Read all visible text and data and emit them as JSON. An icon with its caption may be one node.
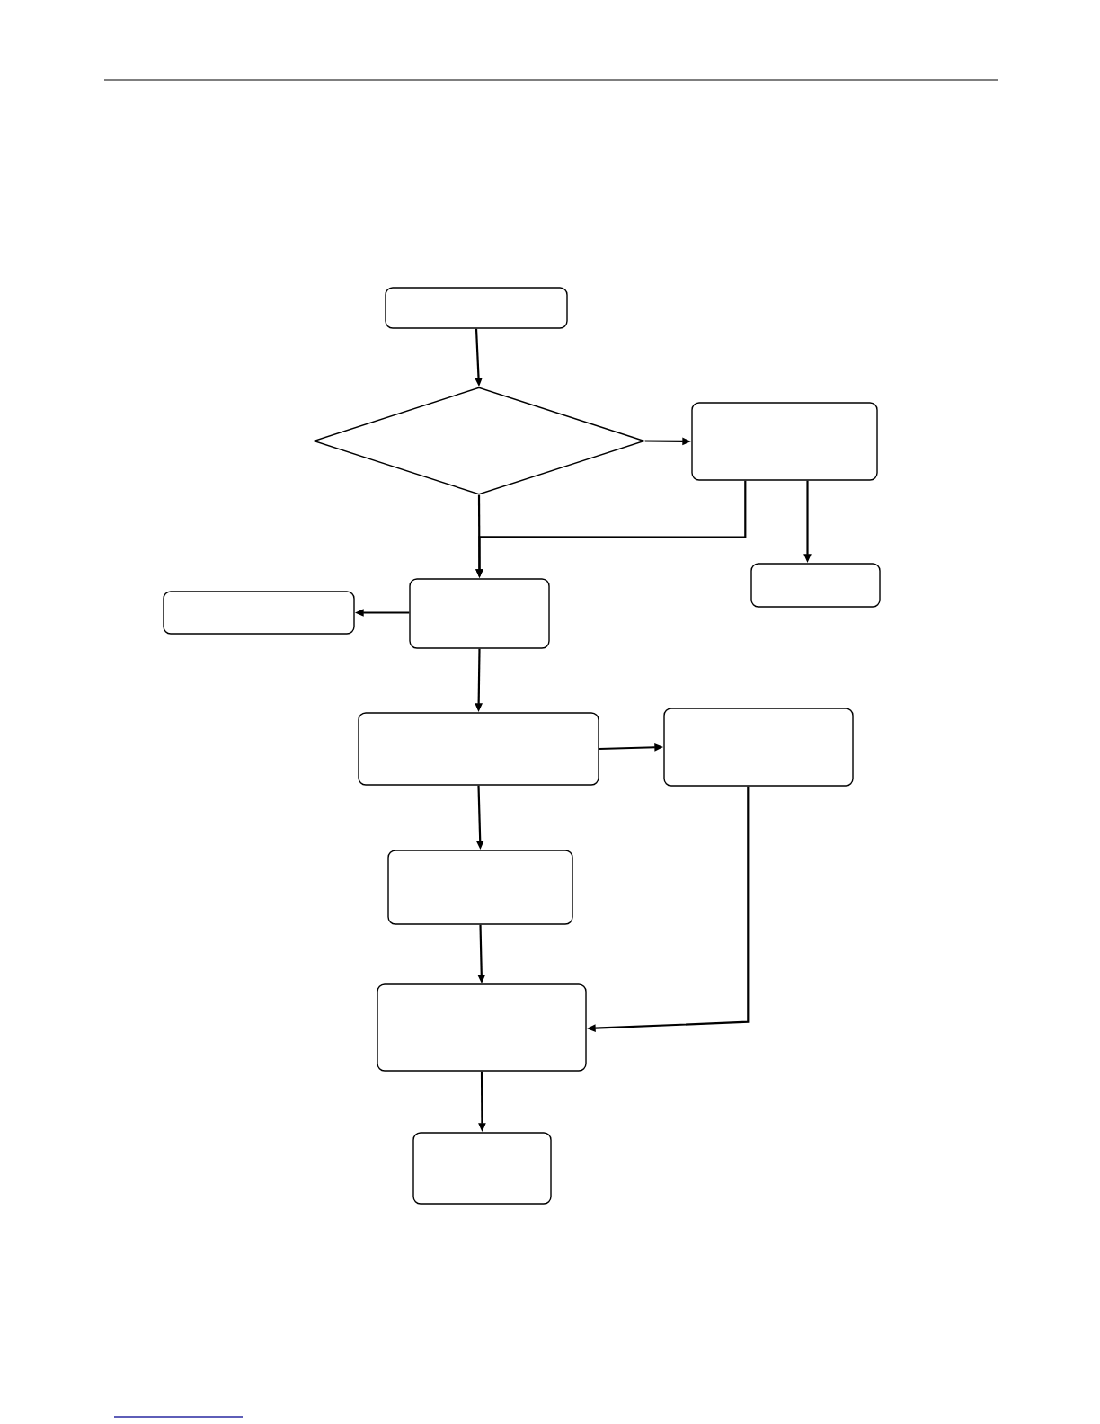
{
  "diagram": {
    "nodes": [
      {
        "text": [],
        "shape": "box"
      },
      {
        "text": [],
        "shape": "diamond"
      },
      {
        "text": [],
        "shape": "box"
      },
      {
        "text": [],
        "shape": "box"
      },
      {
        "text": [],
        "shape": "box"
      },
      {
        "text": [],
        "shape": "box"
      },
      {
        "text": [],
        "shape": "box"
      },
      {
        "text": [],
        "shape": "box"
      },
      {
        "text": [],
        "shape": "box"
      },
      {
        "text": [],
        "shape": "box"
      },
      {
        "text": [],
        "shape": "box"
      }
    ],
    "edges": [
      {
        "from": 0,
        "to": 1,
        "arrow": "to"
      },
      {
        "from": 1,
        "to": 2,
        "arrow": "to"
      },
      {
        "from": 1,
        "to": 3,
        "arrow": "to"
      },
      {
        "from": 2,
        "to": 3,
        "arrow": "to"
      },
      {
        "from": 2,
        "to": 5,
        "arrow": "to"
      },
      {
        "from": 3,
        "to": 4,
        "arrow": "to"
      },
      {
        "from": 3,
        "to": 6,
        "arrow": "to"
      },
      {
        "from": 6,
        "to": 7,
        "arrow": "to"
      },
      {
        "from": 6,
        "to": 8,
        "arrow": "to"
      },
      {
        "from": 8,
        "to": 9,
        "arrow": "to"
      },
      {
        "from": 7,
        "to": 9,
        "arrow": "to"
      },
      {
        "from": 9,
        "to": 10,
        "arrow": "to"
      }
    ]
  }
}
